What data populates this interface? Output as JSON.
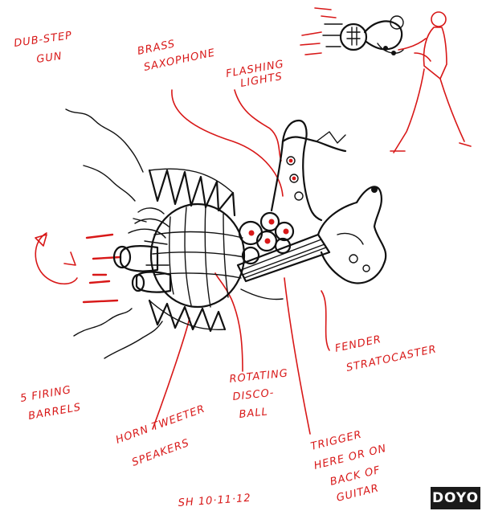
{
  "labels": {
    "title_line1": "DUB-STEP",
    "title_line2": "GUN",
    "sax_line1": "BRASS",
    "sax_line2": "SAXOPHONE",
    "lights_line1": "FLASHING",
    "lights_line2": "LIGHTS",
    "fender_line1": "FENDER",
    "fender_line2": "STRATOCASTER",
    "disco_line1": "ROTATING",
    "disco_line2": "DISCO-",
    "disco_line3": "BALL",
    "horn_line1": "HORN TWEETER",
    "horn_line2": "SPEAKERS",
    "barrels_line1": "5 FIRING",
    "barrels_line2": "BARRELS",
    "trigger_line1": "TRIGGER",
    "trigger_line2": "HERE OR ON",
    "trigger_line3": "BACK OF",
    "trigger_line4": "GUITAR",
    "date": "SH 10·11·12"
  },
  "watermark": "DOYO",
  "colors": {
    "ink": "#111111",
    "annotation": "#d81818",
    "badge_bg": "#1a1a1a"
  }
}
